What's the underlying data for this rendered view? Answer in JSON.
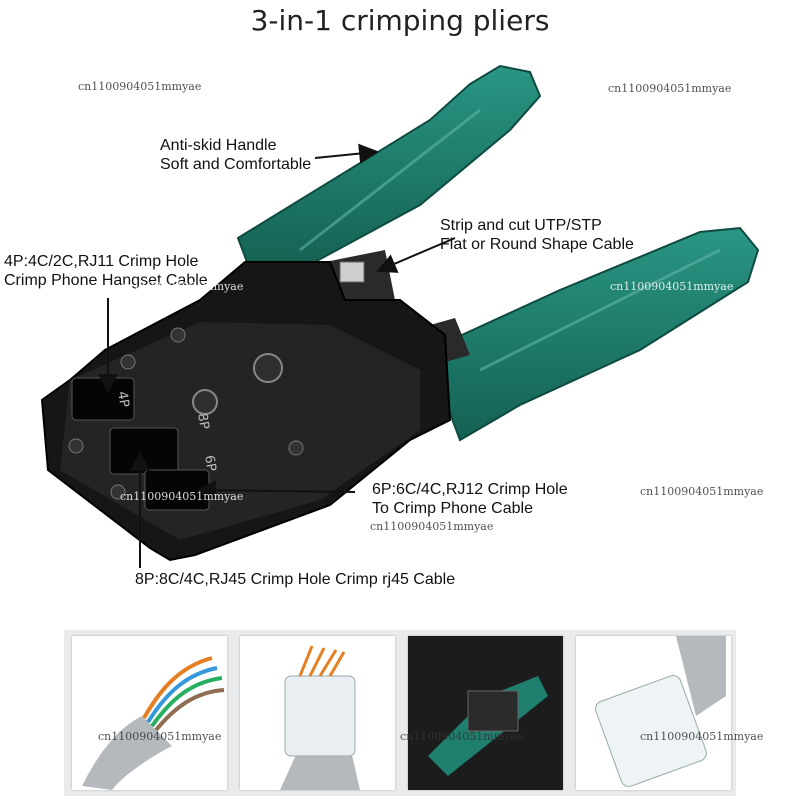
{
  "title": "3-in-1 crimping pliers",
  "callouts": {
    "handle": "Anti-skid Handle\nSoft and Comfortable",
    "strip": "Strip and cut UTP/STP\nFlat or Round Shape Cable",
    "rj11": "4P:4C/2C,RJ11 Crimp Hole\nCrimp Phone Hangset Cable",
    "rj12": "6P:6C/4C,RJ12 Crimp Hole\nTo Crimp Phone Cable",
    "rj45": "8P:8C/4C,RJ45 Crimp Hole Crimp rj45 Cable"
  },
  "die_marks": {
    "p4": "4P",
    "p8": "8P",
    "p6": "6P"
  },
  "watermark": "cn1100904051mmyae",
  "colors": {
    "handle": "#1f7f6f",
    "handle_dark": "#14594d",
    "body": "#141414",
    "arrow": "#111111"
  }
}
